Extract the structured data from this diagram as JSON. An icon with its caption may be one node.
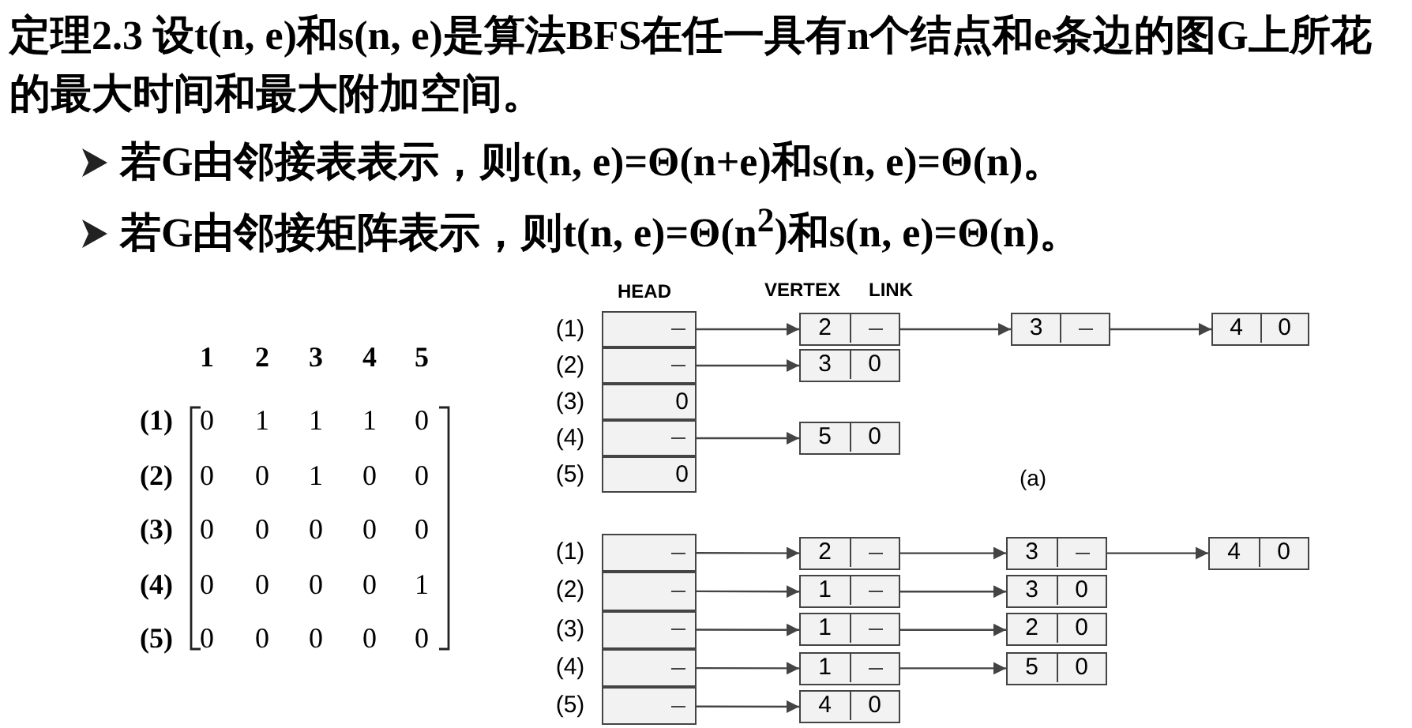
{
  "diagram": {
    "title": "定理2.3 设t(n, e)和s(n, e)是算法BFS在任一具有n个结点和e条边的图G上所花的最大时间和最大附加空间。",
    "nodes": [
      {
        "text": [],
        "shape": "box"
      },
      {
        "text": [],
        "shape": "box"
      },
      {
        "text": [
          "0"
        ]
      },
      {
        "text": [],
        "shape": "box"
      },
      {
        "text": [
          "0"
        ]
      },
      {
        "text": [
          "2"
        ]
      },
      {
        "text": [
          "3"
        ]
      },
      {
        "text": [
          "4",
          "0"
        ]
      },
      {
        "text": [
          "3",
          "0"
        ]
      },
      {
        "text": [
          "5",
          "0"
        ]
      },
      {
        "text": [],
        "shape": "box"
      },
      {
        "text": [],
        "shape": "box"
      },
      {
        "text": [],
        "shape": "box"
      },
      {
        "text": [],
        "shape": "box"
      },
      {
        "text": [],
        "shape": "box"
      },
      {
        "text": [
          "2"
        ]
      },
      {
        "text": [
          "3"
        ]
      },
      {
        "text": [
          "4",
          "0"
        ]
      },
      {
        "text": [
          "1"
        ]
      },
      {
        "text": [
          "3",
          "0"
        ]
      },
      {
        "text": [
          "1"
        ]
      },
      {
        "text": [
          "2",
          "0"
        ]
      },
      {
        "text": [
          "1"
        ]
      },
      {
        "text": [
          "5",
          "0"
        ]
      },
      {
        "text": [
          "4",
          "0"
        ]
      }
    ],
    "edges": [
      {
        "from": 0,
        "to": 5,
        "arrow": "to"
      },
      {
        "from": 5,
        "to": 6,
        "arrow": "to"
      },
      {
        "from": 6,
        "to": 7,
        "arrow": "to"
      },
      {
        "from": 1,
        "to": 8,
        "arrow": "to"
      },
      {
        "from": 3,
        "to": 9,
        "arrow": "to"
      },
      {
        "from": 10,
        "to": 15,
        "arrow": "to"
      },
      {
        "from": 15,
        "to": 16,
        "arrow": "to"
      },
      {
        "from": 16,
        "to": 17,
        "arrow": "to"
      },
      {
        "from": 11,
        "to": 18,
        "arrow": "to"
      },
      {
        "from": 18,
        "to": 19,
        "arrow": "to"
      },
      {
        "from": 12,
        "to": 20,
        "arrow": "to"
      },
      {
        "from": 20,
        "to": 21,
        "arrow": "to"
      },
      {
        "from": 13,
        "to": 22,
        "arrow": "to"
      },
      {
        "from": 22,
        "to": 23,
        "arrow": "to"
      },
      {
        "from": 14,
        "to": 24,
        "arrow": "to"
      }
    ],
    "labels": [
      "若G由邻接表表示，则t(n, e)=Θ(n+e)和s(n, e)=Θ(n)。",
      "若G由邻接矩阵表示，则t(n, e)=Θ(n$^{2}$)和s(n, e)=Θ(n)。",
      "1",
      "2",
      "3",
      "4",
      "5",
      "(1)",
      "0",
      "1",
      "1",
      "1",
      "0",
      "(2)",
      "0",
      "0",
      "1",
      "0",
      "0",
      "(3)",
      "0",
      "0",
      "0",
      "0",
      "0",
      "(4)",
      "0",
      "0",
      "0",
      "0",
      "1",
      "(5)",
      "0",
      "0",
      "0",
      "0",
      "0",
      "HEAD",
      "VERTEX",
      "LINK",
      "(1)",
      "(2)",
      "(3)",
      "(4)",
      "(5)",
      "(a)",
      "(1)",
      "(2)",
      "(3)",
      "(4)",
      "(5)"
    ]
  }
}
